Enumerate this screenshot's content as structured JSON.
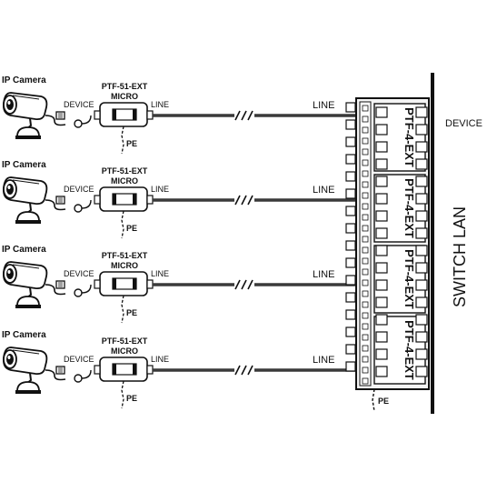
{
  "rows": [
    {
      "camera_label": "IP Camera",
      "device_label": "DEVICE",
      "protector_model": "PTF-51-EXT",
      "protector_variant": "MICRO",
      "line_label": "LINE",
      "ground_label": "PE",
      "panel_line_label": "LINE"
    },
    {
      "camera_label": "IP Camera",
      "device_label": "DEVICE",
      "protector_model": "PTF-51-EXT",
      "protector_variant": "MICRO",
      "line_label": "LINE",
      "ground_label": "PE",
      "panel_line_label": "LINE"
    },
    {
      "camera_label": "IP Camera",
      "device_label": "DEVICE",
      "protector_model": "PTF-51-EXT",
      "protector_variant": "MICRO",
      "line_label": "LINE",
      "ground_label": "PE",
      "panel_line_label": "LINE"
    },
    {
      "camera_label": "IP Camera",
      "device_label": "DEVICE",
      "protector_model": "PTF-51-EXT",
      "protector_variant": "MICRO",
      "line_label": "LINE",
      "ground_label": "PE",
      "panel_line_label": "LINE"
    }
  ],
  "panel": {
    "module_labels": [
      "PTF-4-EXT",
      "PTF-4-EXT",
      "PTF-4-EXT",
      "PTF-4-EXT"
    ],
    "ground_label": "PE",
    "device_label": "DEVICE",
    "switch_label": "SWITCH LAN"
  },
  "colors": {
    "ink": "#111111",
    "cable": "#3a3a3a",
    "panel_fill": "#f4f4f4",
    "module_fill": "#ffffff"
  }
}
